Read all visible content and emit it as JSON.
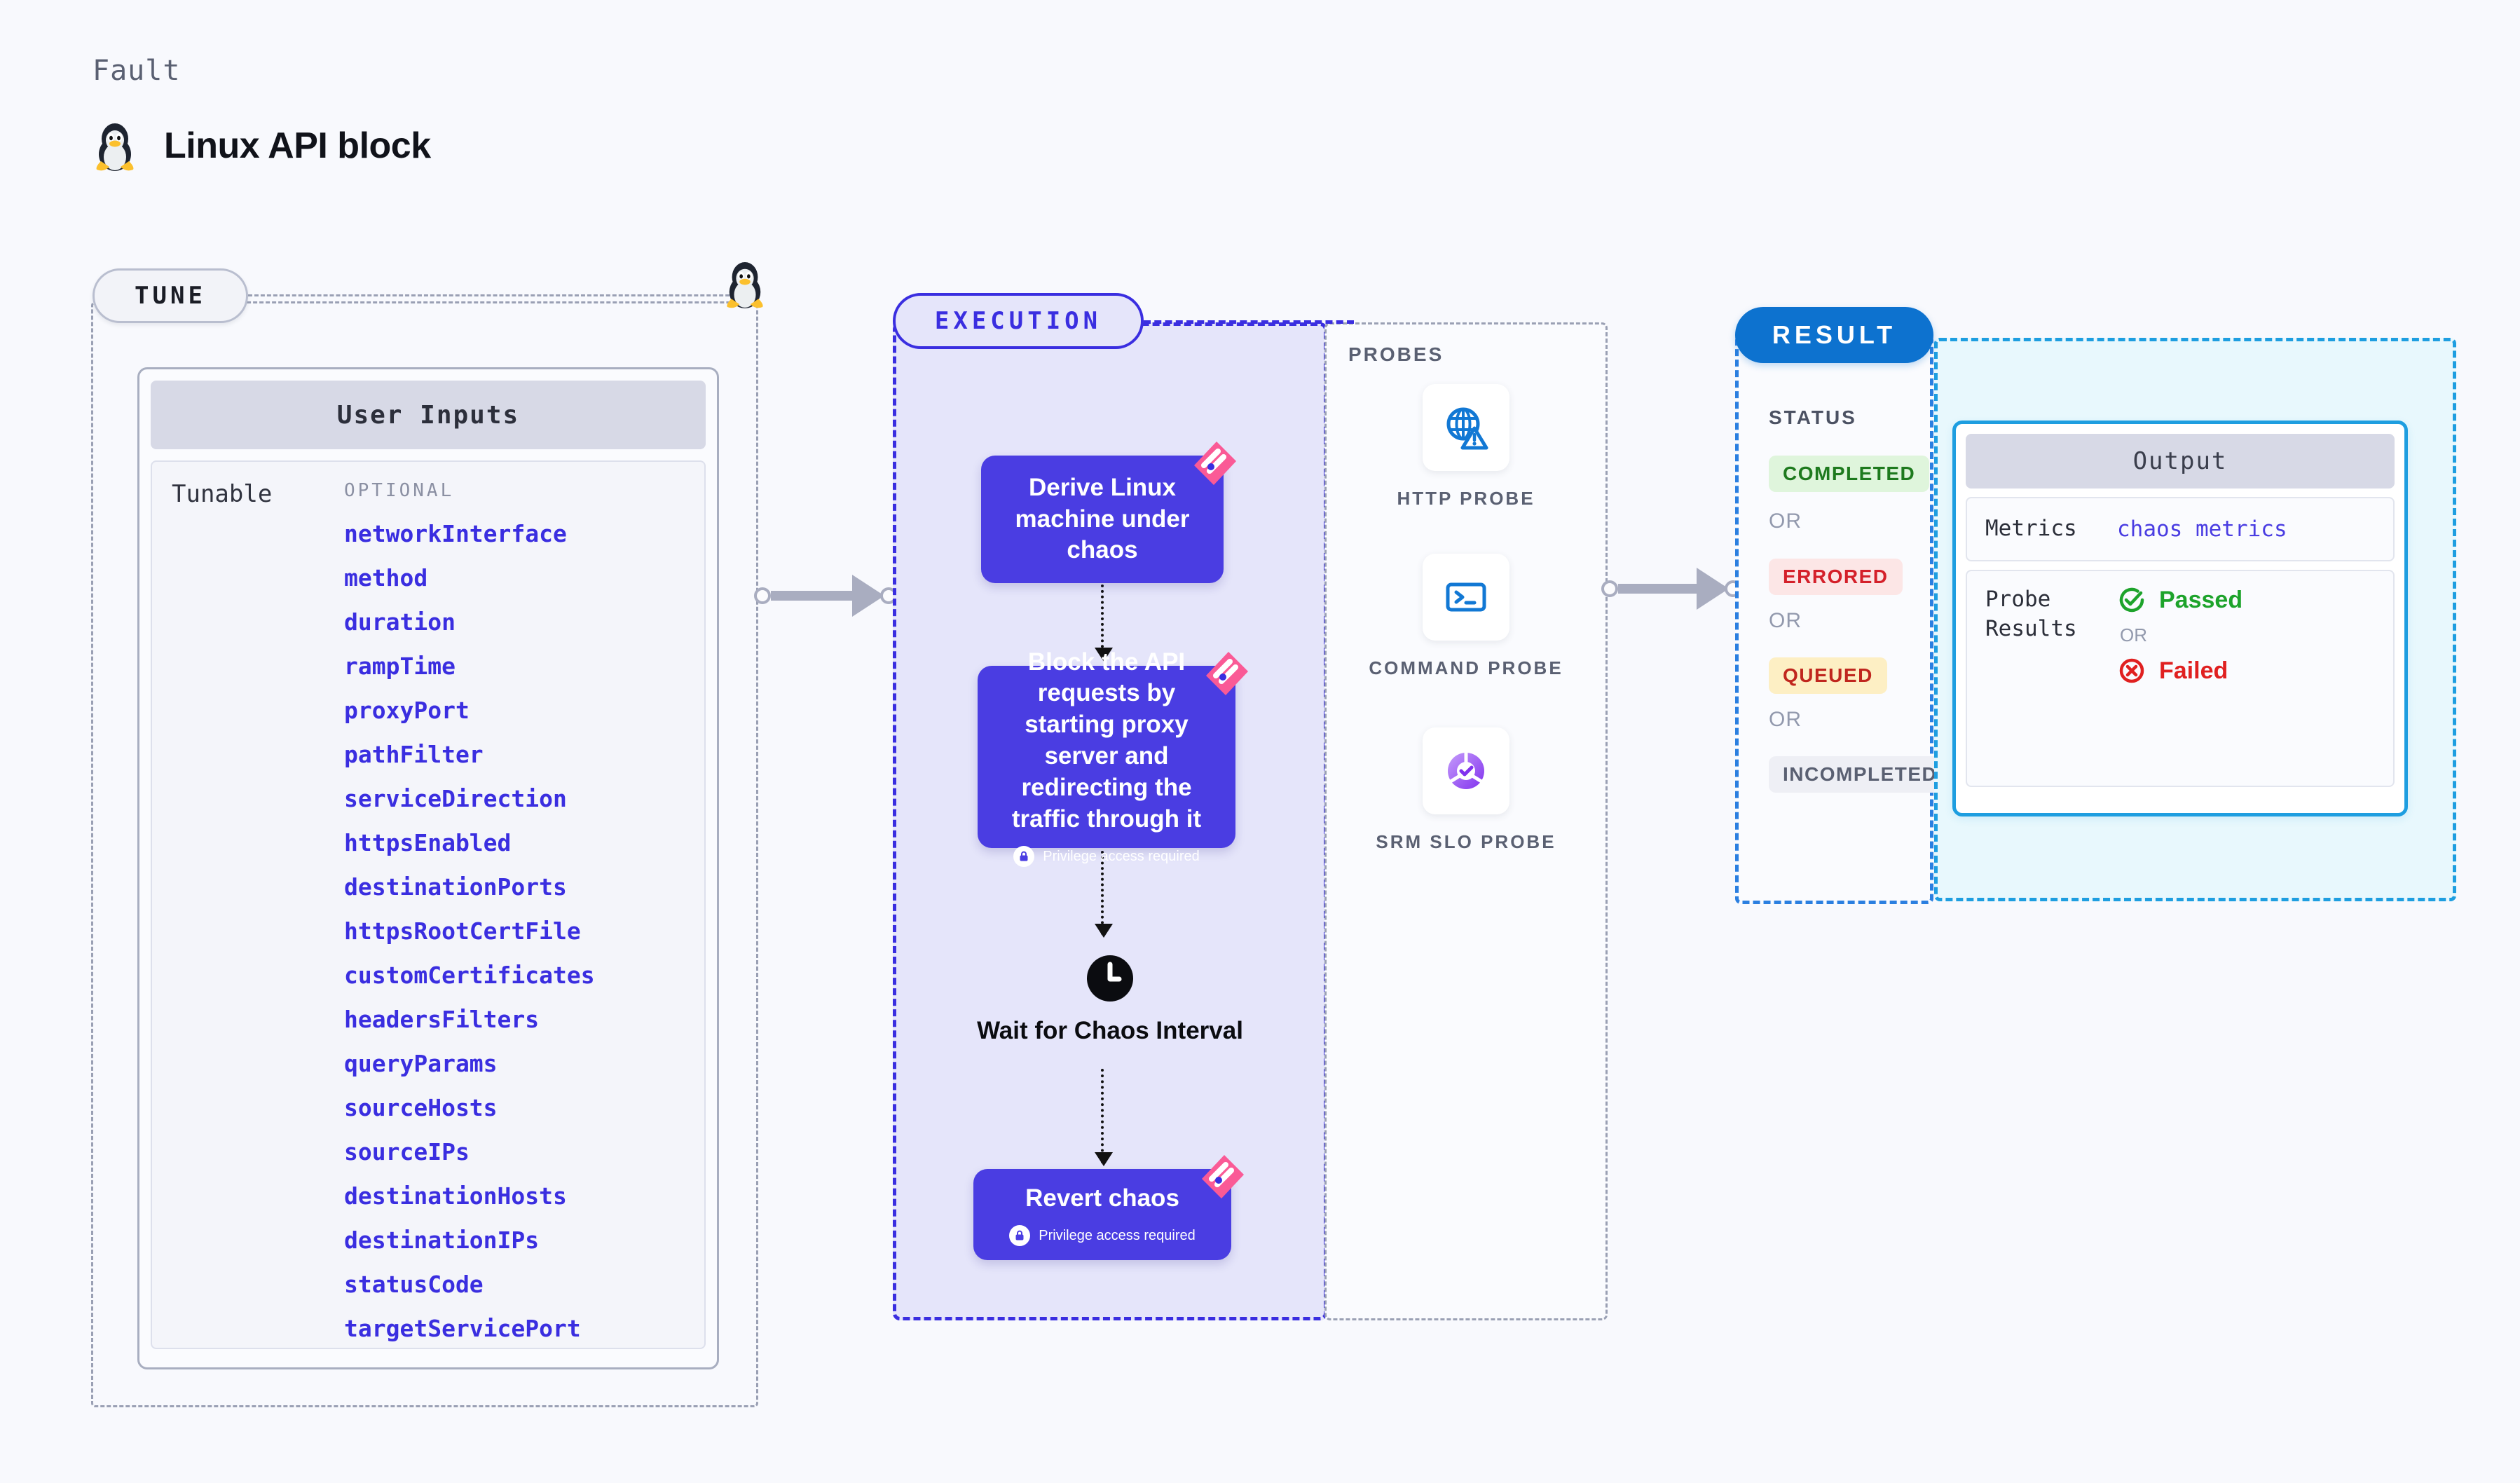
{
  "header": {
    "eyebrow": "Fault",
    "title": "Linux API block",
    "icon": "linux-penguin-icon"
  },
  "tune": {
    "pill_label": "TUNE",
    "card_title": "User Inputs",
    "tunable_label": "Tunable",
    "optional_label": "OPTIONAL",
    "tunables": [
      "networkInterface",
      "method",
      "duration",
      "rampTime",
      "proxyPort",
      "pathFilter",
      "serviceDirection",
      "httpsEnabled",
      "destinationPorts",
      "httpsRootCertFile",
      "customCertificates",
      "headersFilters",
      "queryParams",
      "sourceHosts",
      "sourceIPs",
      "destinationHosts",
      "destinationIPs",
      "statusCode",
      "targetServicePort"
    ]
  },
  "execution": {
    "pill_label": "EXECUTION",
    "privilege_note": "Privilege access required",
    "nodes": [
      {
        "text": "Derive Linux machine under chaos",
        "privilege": false,
        "flag": true
      },
      {
        "text": "Block the API requests by starting proxy server and redirecting the traffic through it",
        "privilege": true,
        "flag": true
      },
      {
        "text": "Revert chaos",
        "privilege": true,
        "flag": true
      }
    ],
    "wait_node": {
      "icon": "clock-icon",
      "label": "Wait for Chaos Interval"
    }
  },
  "probes": {
    "title": "PROBES",
    "items": [
      {
        "name": "HTTP PROBE",
        "icon": "globe-warning-icon"
      },
      {
        "name": "COMMAND PROBE",
        "icon": "terminal-icon"
      },
      {
        "name": "SRM SLO PROBE",
        "icon": "slo-donut-check-icon"
      }
    ]
  },
  "result": {
    "pill_label": "RESULT",
    "status_title": "STATUS",
    "or_label": "OR",
    "statuses": [
      {
        "label": "COMPLETED",
        "color": "#1E7A1E",
        "bg": "#DFF5DC"
      },
      {
        "label": "ERRORED",
        "color": "#D4202A",
        "bg": "#FCE6E6"
      },
      {
        "label": "QUEUED",
        "color": "#C0261E",
        "bg": "#FDEFC4"
      },
      {
        "label": "INCOMPLETED",
        "color": "#5A6072",
        "bg": "#EEEFF5"
      }
    ],
    "output": {
      "title": "Output",
      "metrics_key": "Metrics",
      "metrics_value": "chaos metrics",
      "probe_results_key": "Probe Results",
      "passed_label": "Passed",
      "failed_label": "Failed",
      "or_label": "OR"
    }
  },
  "colors": {
    "page_bg": "#F8F9FD",
    "node_indigo": "#4A3DE2",
    "accent_pink": "#FA5A96",
    "result_blue": "#0D72CF",
    "output_cyan": "#1E9EE0",
    "tunable_text": "#3A2EE0"
  }
}
